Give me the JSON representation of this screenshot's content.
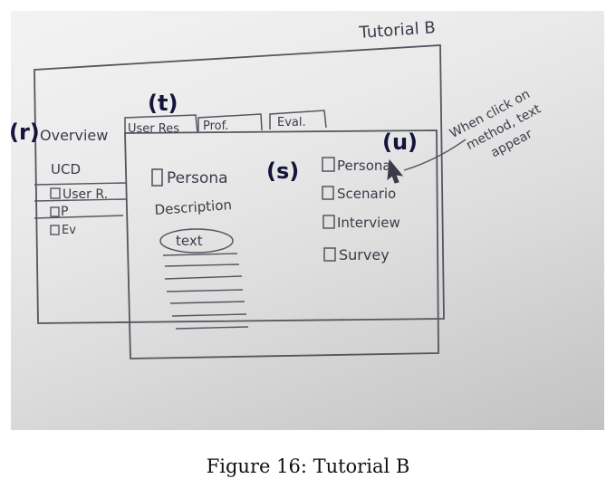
{
  "sketch": {
    "title": "Tutorial B",
    "labels": {
      "r": "(r)",
      "s": "(s)",
      "t": "(t)",
      "u": "(u)"
    },
    "sidebar": {
      "header": "Overview",
      "items": [
        "UCD",
        "User R.",
        "P",
        "Ev"
      ]
    },
    "tabs": [
      "User Res",
      "Prof.",
      "Eval."
    ],
    "method_panel": {
      "title": "Persona",
      "description_label": "Description",
      "text_label": "text"
    },
    "methods": [
      "Persona",
      "Scenario",
      "Interview",
      "Survey"
    ],
    "annotation": [
      "When click on",
      "method, text",
      "appear"
    ]
  },
  "caption": "Figure 16: Tutorial B"
}
